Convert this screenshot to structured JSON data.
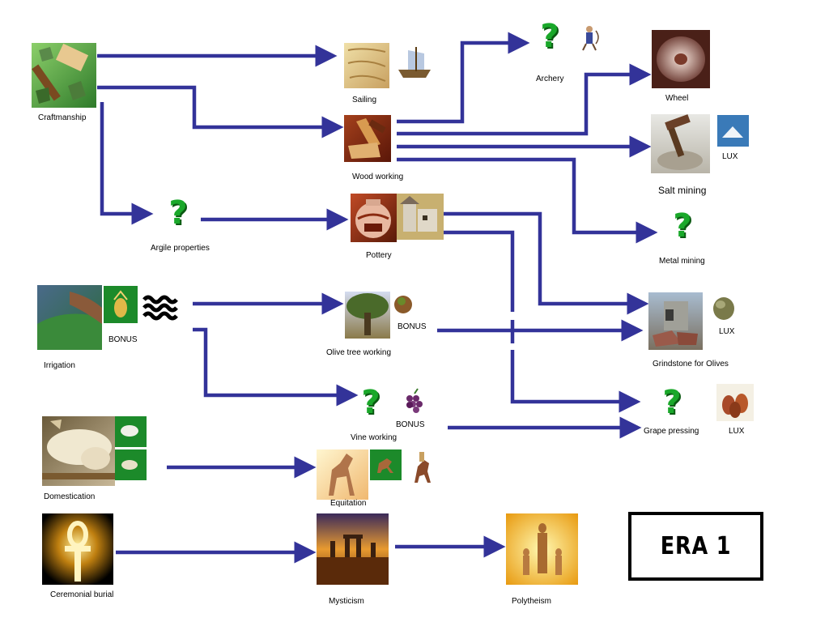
{
  "era_label": "ERA 1",
  "colors": {
    "arrow": "#333399",
    "question": "#1aa82a",
    "bonus_tile": "#1c8a2a"
  },
  "nodes": {
    "craftmanship": "Craftmanship",
    "sailing": "Sailing",
    "wood_working": "Wood working",
    "archery": "Archery",
    "wheel": "Wheel",
    "salt_mining": "Salt mining",
    "metal_mining": "Metal mining",
    "argile_properties": "Argile properties",
    "pottery": "Pottery",
    "irrigation": "Irrigation",
    "olive_tree_working": "Olive tree working",
    "grindstone_for_olives": "Grindstone for Olives",
    "vine_working": "Vine working",
    "grape_pressing": "Grape pressing",
    "domestication": "Domestication",
    "equitation": "Equitation",
    "ceremonial_burial": "Ceremonial burial",
    "mysticism": "Mysticism",
    "polytheism": "Polytheism"
  },
  "tags": {
    "bonus": "BONUS",
    "lux": "LUX",
    "unknown": "?"
  },
  "edges": [
    [
      "Craftmanship",
      "Sailing"
    ],
    [
      "Craftmanship",
      "Wood working"
    ],
    [
      "Craftmanship",
      "Argile properties"
    ],
    [
      "Wood working",
      "Archery"
    ],
    [
      "Wood working",
      "Wheel"
    ],
    [
      "Wood working",
      "Salt mining"
    ],
    [
      "Wood working",
      "Metal mining"
    ],
    [
      "Argile properties",
      "Pottery"
    ],
    [
      "Pottery",
      "Grindstone for Olives"
    ],
    [
      "Pottery",
      "Grape pressing"
    ],
    [
      "Irrigation",
      "Olive tree working"
    ],
    [
      "Irrigation",
      "Vine working"
    ],
    [
      "Olive tree working",
      "Grindstone for Olives"
    ],
    [
      "Vine working",
      "Grape pressing"
    ],
    [
      "Domestication",
      "Equitation"
    ],
    [
      "Ceremonial burial",
      "Mysticism"
    ],
    [
      "Mysticism",
      "Polytheism"
    ]
  ]
}
